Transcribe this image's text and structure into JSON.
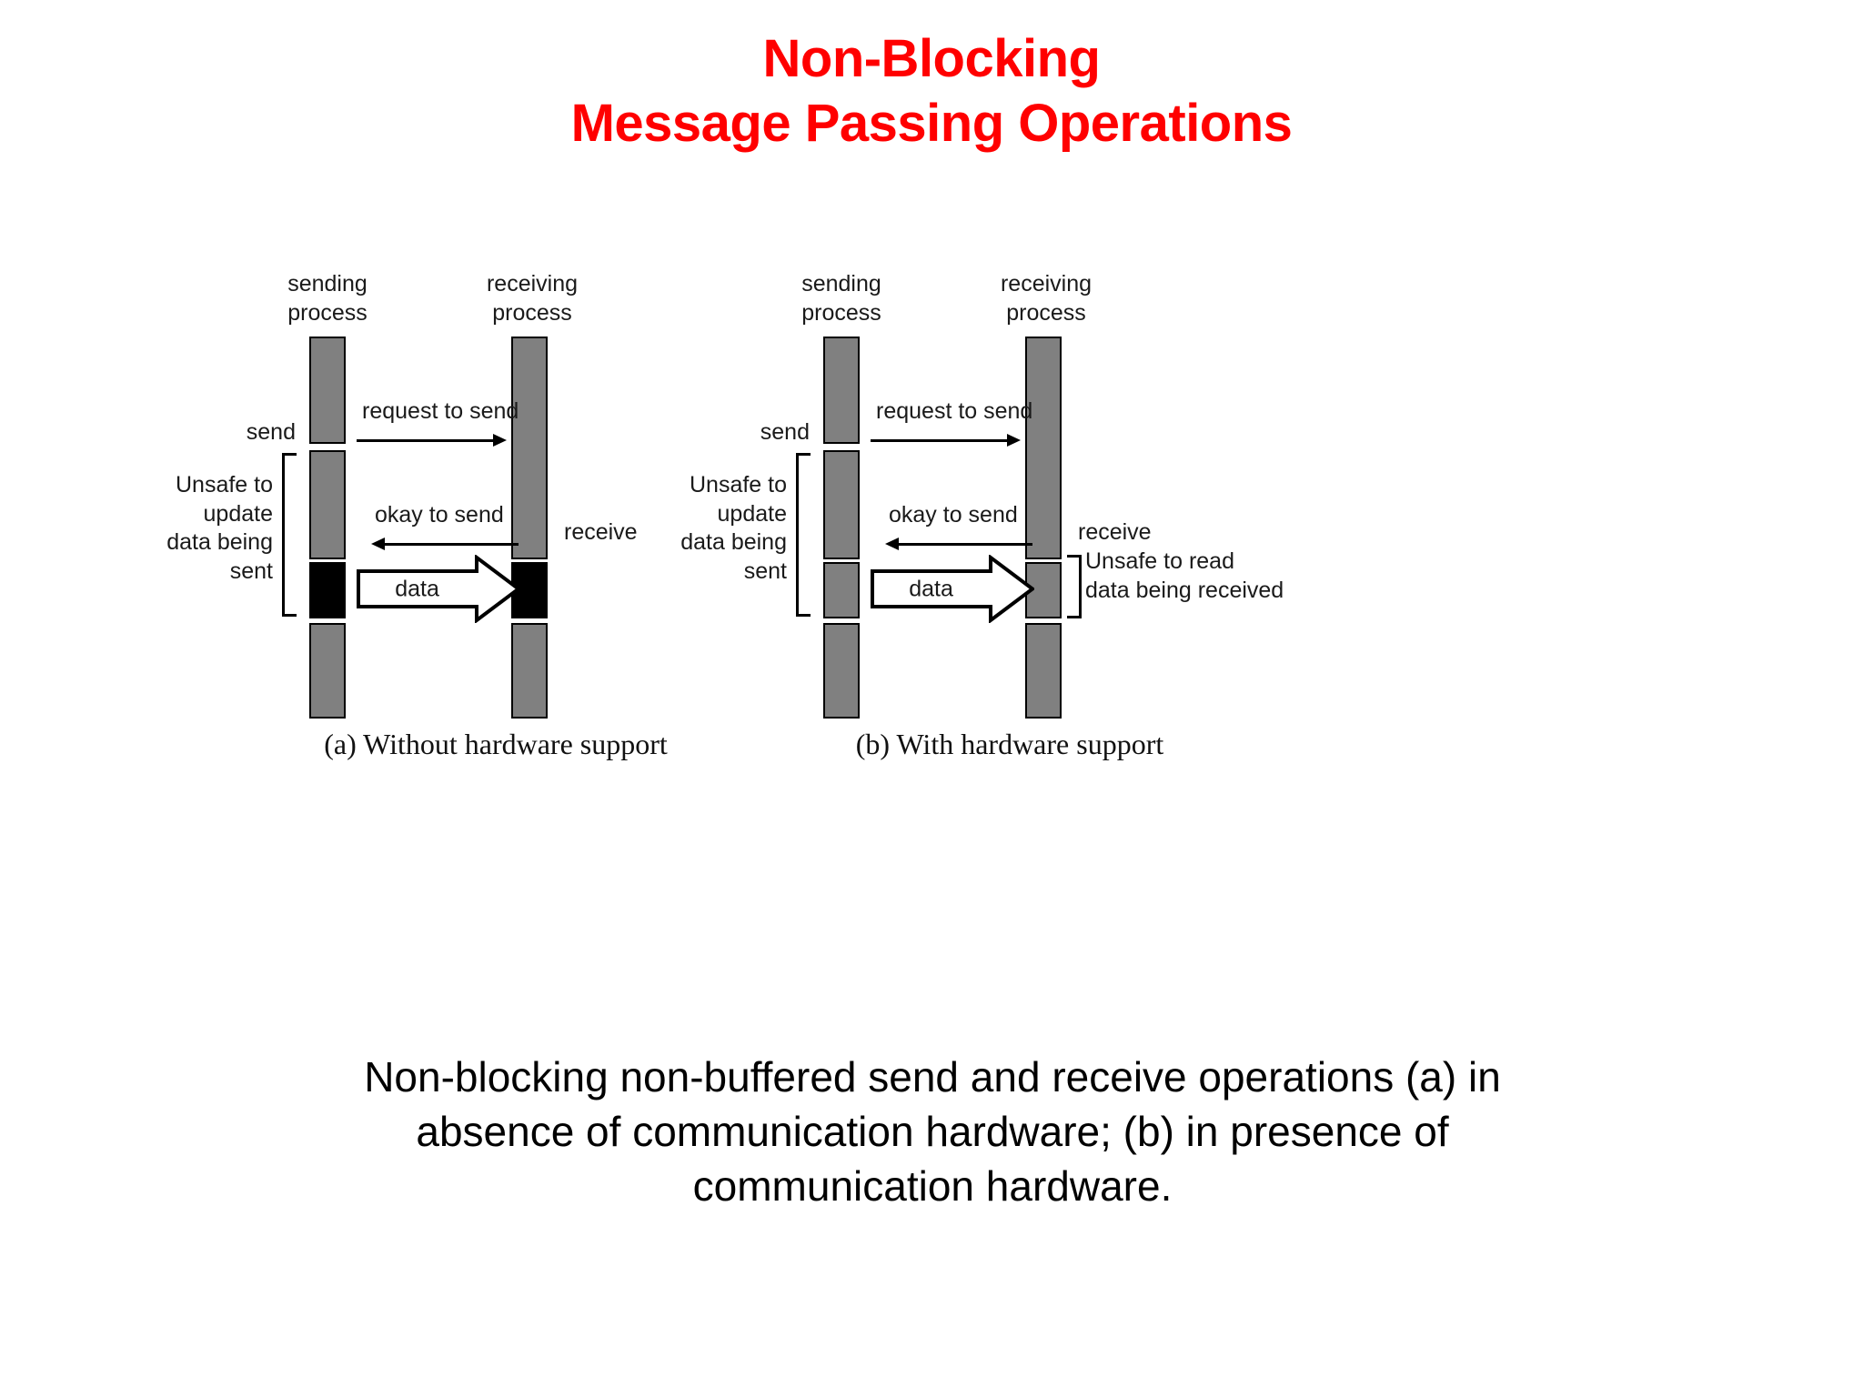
{
  "title": {
    "line1": "Non-Blocking",
    "line2": "Message Passing Operations",
    "color": "#ff0000"
  },
  "figure": {
    "panels": [
      {
        "id": "a",
        "caption": "(a) Without hardware support",
        "sending_process": {
          "line1": "sending",
          "line2": "process"
        },
        "receiving_process": {
          "line1": "receiving",
          "line2": "process"
        },
        "send_label": "send",
        "receive_label": "receive",
        "unsafe_label": {
          "line1": "Unsafe to",
          "line2": "update",
          "line3": "data being",
          "line4": "sent"
        },
        "messages": [
          {
            "name": "request to send",
            "direction": "right"
          },
          {
            "name": "okay to send",
            "direction": "left"
          },
          {
            "name": "data",
            "direction": "right"
          }
        ],
        "sender_idle_block_color": "#808080",
        "sender_busy_block_color": "#000000",
        "receiver_busy_block_color": "#000000"
      },
      {
        "id": "b",
        "caption": "(b) With hardware support",
        "sending_process": {
          "line1": "sending",
          "line2": "process"
        },
        "receiving_process": {
          "line1": "receiving",
          "line2": "process"
        },
        "send_label": "send",
        "receive_label": "receive",
        "unsafe_label": {
          "line1": "Unsafe to",
          "line2": "update",
          "line3": "data being",
          "line4": "sent"
        },
        "unsafe_read_label": {
          "line1": "Unsafe to read",
          "line2": "data being received"
        },
        "messages": [
          {
            "name": "request to send",
            "direction": "right"
          },
          {
            "name": "okay to send",
            "direction": "left"
          },
          {
            "name": "data",
            "direction": "right"
          }
        ],
        "sender_idle_block_color": "#808080",
        "sender_busy_block_color": "#808080",
        "receiver_busy_block_color": "#808080"
      }
    ]
  },
  "caption": {
    "line1": "Non-blocking non-buffered send and receive operations (a) in",
    "line2": "absence of communication hardware; (b) in presence of",
    "line3": "communication hardware."
  }
}
